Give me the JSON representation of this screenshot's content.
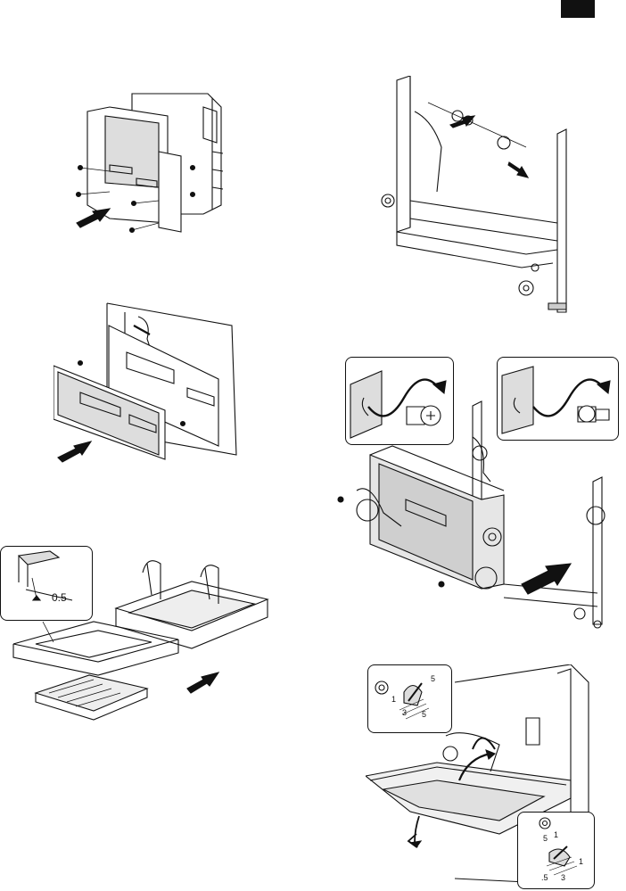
{
  "page": {
    "tab_color": "#111111"
  },
  "figures": {
    "fig_lower_cabinet_detail": {
      "dimension_label": "0.5"
    },
    "fig_lever_detail_top": {
      "scale_labels": [
        "1",
        "5",
        "3",
        "5"
      ]
    },
    "fig_lever_detail_bottom": {
      "scale_labels": [
        "5",
        "1",
        "1",
        ".5",
        "3"
      ]
    }
  },
  "icons": [
    "arrow-icon",
    "screw-icon",
    "rotate-arrow-icon"
  ]
}
